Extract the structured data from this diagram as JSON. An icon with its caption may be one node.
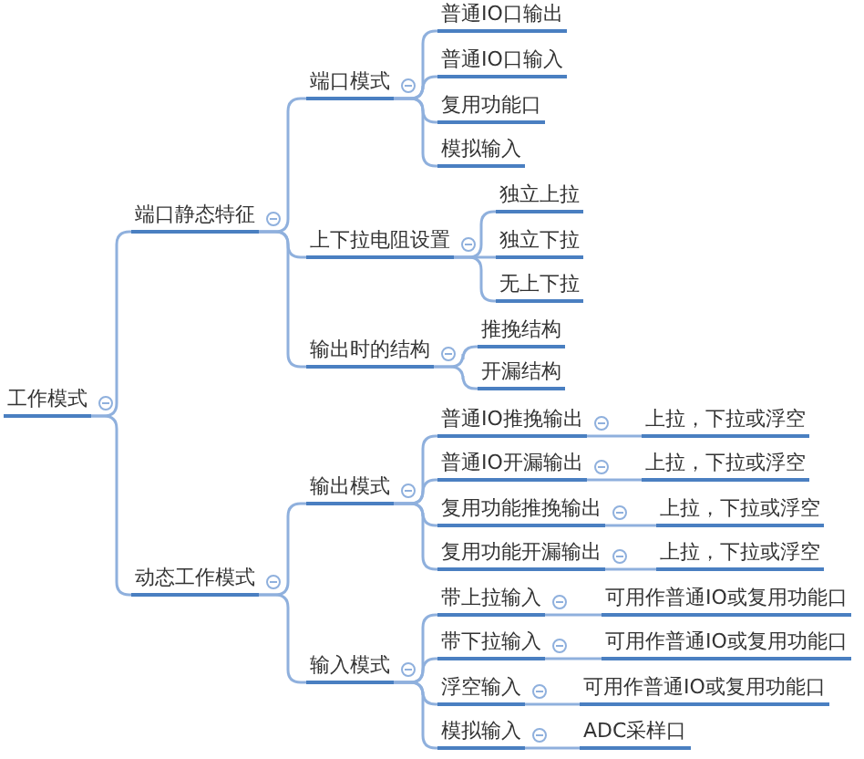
{
  "diagram": {
    "nodes": [
      {
        "text": [
          "工作模式"
        ]
      },
      {
        "text": [
          "端口静态特征"
        ]
      },
      {
        "text": [
          "端口模式"
        ]
      },
      {
        "text": [
          "普通IO口输出"
        ]
      },
      {
        "text": [
          "普通IO口输入"
        ]
      },
      {
        "text": [
          "复用功能口"
        ]
      },
      {
        "text": [
          "模拟输入"
        ]
      },
      {
        "text": [
          "上下拉电阻设置"
        ]
      },
      {
        "text": [
          "独立上拉"
        ]
      },
      {
        "text": [
          "独立下拉"
        ]
      },
      {
        "text": [
          "无上下拉"
        ]
      },
      {
        "text": [
          "输出时的结构"
        ]
      },
      {
        "text": [
          "推挽结构"
        ]
      },
      {
        "text": [
          "开漏结构"
        ]
      },
      {
        "text": [
          "动态工作模式"
        ]
      },
      {
        "text": [
          "输出模式"
        ]
      },
      {
        "text": [
          "普通IO推挽输出"
        ]
      },
      {
        "text": [
          "上拉，下拉或浮空"
        ]
      },
      {
        "text": [
          "普通IO开漏输出"
        ]
      },
      {
        "text": [
          "上拉，下拉或浮空"
        ]
      },
      {
        "text": [
          "复用功能推挽输出"
        ]
      },
      {
        "text": [
          "上拉，下拉或浮空"
        ]
      },
      {
        "text": [
          "复用功能开漏输出"
        ]
      },
      {
        "text": [
          "上拉，下拉或浮空"
        ]
      },
      {
        "text": [
          "输入模式"
        ]
      },
      {
        "text": [
          "带上拉输入"
        ]
      },
      {
        "text": [
          "可用作普通IO或复用功能口"
        ]
      },
      {
        "text": [
          "带下拉输入"
        ]
      },
      {
        "text": [
          "可用作普通IO或复用功能口"
        ]
      },
      {
        "text": [
          "浮空输入"
        ]
      },
      {
        "text": [
          "可用作普通IO或复用功能口"
        ]
      },
      {
        "text": [
          "模拟输入"
        ]
      },
      {
        "text": [
          "ADC采样口"
        ]
      }
    ],
    "edges": [
      {
        "from": 0,
        "to": 1,
        "arrow": "none"
      },
      {
        "from": 0,
        "to": 14,
        "arrow": "none"
      },
      {
        "from": 1,
        "to": 2,
        "arrow": "none"
      },
      {
        "from": 1,
        "to": 7,
        "arrow": "none"
      },
      {
        "from": 1,
        "to": 11,
        "arrow": "none"
      },
      {
        "from": 2,
        "to": 3,
        "arrow": "none"
      },
      {
        "from": 2,
        "to": 4,
        "arrow": "none"
      },
      {
        "from": 2,
        "to": 5,
        "arrow": "none"
      },
      {
        "from": 2,
        "to": 6,
        "arrow": "none"
      },
      {
        "from": 7,
        "to": 8,
        "arrow": "none"
      },
      {
        "from": 7,
        "to": 9,
        "arrow": "none"
      },
      {
        "from": 7,
        "to": 10,
        "arrow": "none"
      },
      {
        "from": 11,
        "to": 12,
        "arrow": "none"
      },
      {
        "from": 11,
        "to": 13,
        "arrow": "none"
      },
      {
        "from": 14,
        "to": 15,
        "arrow": "none"
      },
      {
        "from": 14,
        "to": 24,
        "arrow": "none"
      },
      {
        "from": 15,
        "to": 16,
        "arrow": "none"
      },
      {
        "from": 15,
        "to": 18,
        "arrow": "none"
      },
      {
        "from": 15,
        "to": 20,
        "arrow": "none"
      },
      {
        "from": 15,
        "to": 22,
        "arrow": "none"
      },
      {
        "from": 16,
        "to": 17,
        "arrow": "none"
      },
      {
        "from": 18,
        "to": 19,
        "arrow": "none"
      },
      {
        "from": 20,
        "to": 21,
        "arrow": "none"
      },
      {
        "from": 22,
        "to": 23,
        "arrow": "none"
      },
      {
        "from": 24,
        "to": 25,
        "arrow": "none"
      },
      {
        "from": 24,
        "to": 27,
        "arrow": "none"
      },
      {
        "from": 24,
        "to": 29,
        "arrow": "none"
      },
      {
        "from": 24,
        "to": 31,
        "arrow": "none"
      },
      {
        "from": 25,
        "to": 26,
        "arrow": "none"
      },
      {
        "from": 27,
        "to": 28,
        "arrow": "none"
      },
      {
        "from": 29,
        "to": 30,
        "arrow": "none"
      },
      {
        "from": 31,
        "to": 32,
        "arrow": "none"
      }
    ]
  }
}
